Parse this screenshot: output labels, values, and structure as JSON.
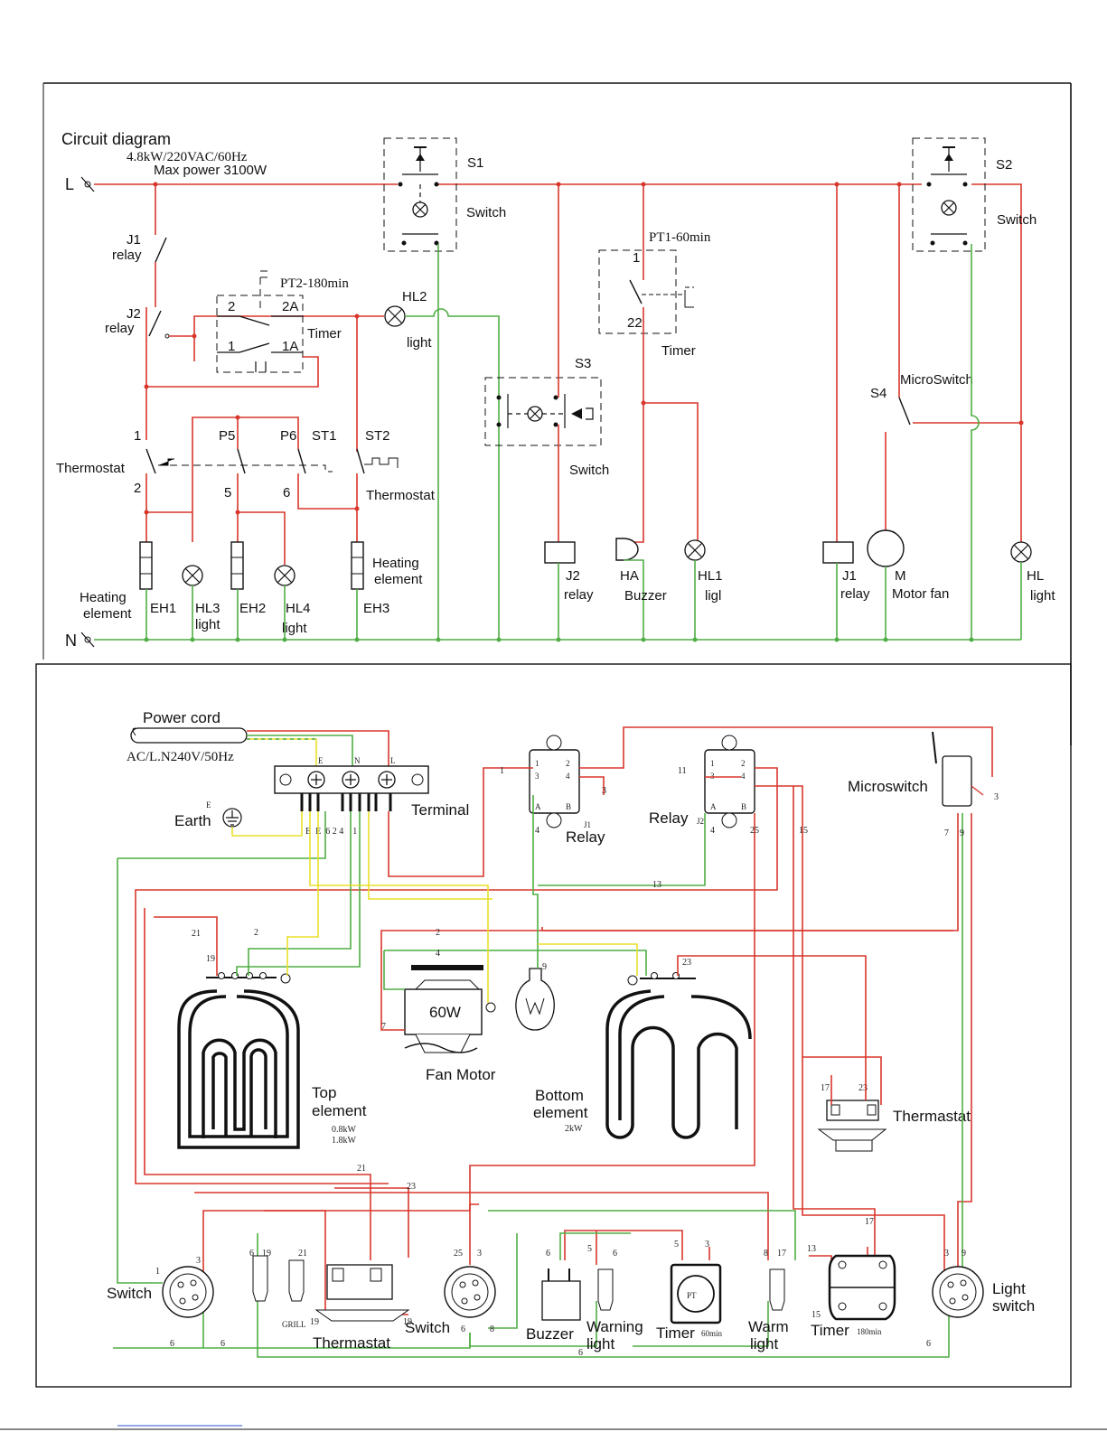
{
  "schematic": {
    "title": "Circuit diagram",
    "rating": "4.8kW/220VAC/60Hz",
    "max_power": "Max power 3100W",
    "line_label": "L",
    "neutral_label": "N",
    "s1_label": "S1",
    "s1_caption": "Switch",
    "s2_label": "S2",
    "s2_caption": "Switch",
    "s3_label": "S3",
    "s3_caption": "Switch",
    "s4_label": "S4",
    "s4_caption": "MicroSwitch",
    "j1_label": "J1",
    "j1_caption": "relay",
    "j2_label": "J2",
    "j2_caption": "relay",
    "pt2_label": "PT2-180min",
    "pt2_caption": "Timer",
    "pt2_pin_2": "2",
    "pt2_pin_2a": "2A",
    "pt2_pin_1": "1",
    "pt2_pin_1a": "1A",
    "pt1_label": "PT1-60min",
    "pt1_caption": "Timer",
    "pt1_pin_1": "1",
    "pt1_pin_22": "22",
    "hl2_label": "HL2",
    "hl2_caption": "light",
    "thermostat_left": "Thermostat",
    "thermostat_right": "Thermostat",
    "pin_1": "1",
    "pin_2": "2",
    "pin_5": "5",
    "pin_6": "6",
    "p5_label": "P5",
    "p6_label": "P6",
    "st1_label": "ST1",
    "st2_label": "ST2",
    "heating_element_right": "Heating",
    "heating_element_right2": "element",
    "heating_element_left": "Heating",
    "heating_element_left2": "element",
    "eh1": "EH1",
    "eh2": "EH2",
    "eh3": "EH3",
    "hl3": "HL3",
    "hl3_caption": "light",
    "hl4": "HL4",
    "hl4_caption": "light",
    "j2_coil": "J2",
    "j2_coil_caption": "relay",
    "ha_label": "HA",
    "ha_caption": "Buzzer",
    "hl1_label": "HL1",
    "hl1_caption": "ligl",
    "j1_coil": "J1",
    "j1_coil_caption": "relay",
    "m_label": "M",
    "m_caption": "Motor fan",
    "hl_label": "HL",
    "hl_caption": "light"
  },
  "wiring": {
    "power_cord": "Power cord",
    "power_spec": "AC/L.N240V/50Hz",
    "terminal": "Terminal",
    "term_e": "E",
    "term_n": "N",
    "term_l": "L",
    "earth": "Earth",
    "earth_e": "E",
    "term_pins": "E  E  6 2 4    1",
    "relay_j1_title": "Relay",
    "relay_j1_code": "J1",
    "relay_j2_title": "Relay",
    "relay_j2_code": "J2",
    "microswitch": "Microswitch",
    "fan_power": "60W",
    "fan_motor": "Fan Motor",
    "top_element": "Top",
    "top_element2": "element",
    "top_element_kw1": "0.8kW",
    "top_element_kw2": "1.8kW",
    "bottom_element": "Bottom",
    "bottom_element2": "element",
    "bottom_element_kw": "2kW",
    "thermostat_right": "Thermastat",
    "thermostat_bottom": "Thermastat",
    "switch_left": "Switch",
    "switch_mid": "Switch",
    "buzzer": "Buzzer",
    "warning_light": "Warning",
    "warning_light2": "light",
    "timer60": "Timer",
    "timer60_dur": "60min",
    "warm_light": "Warm",
    "warm_light2": "light",
    "timer180": "Timer",
    "timer180_dur": "180min",
    "light_switch": "Light",
    "light_switch2": "switch",
    "grill": "GRILL",
    "pt": "PT"
  },
  "colors": {
    "live_wire": "#d9362b",
    "neutral_wire": "#4fae44",
    "earth_wire": "#e8df2a",
    "outline": "#111111"
  }
}
